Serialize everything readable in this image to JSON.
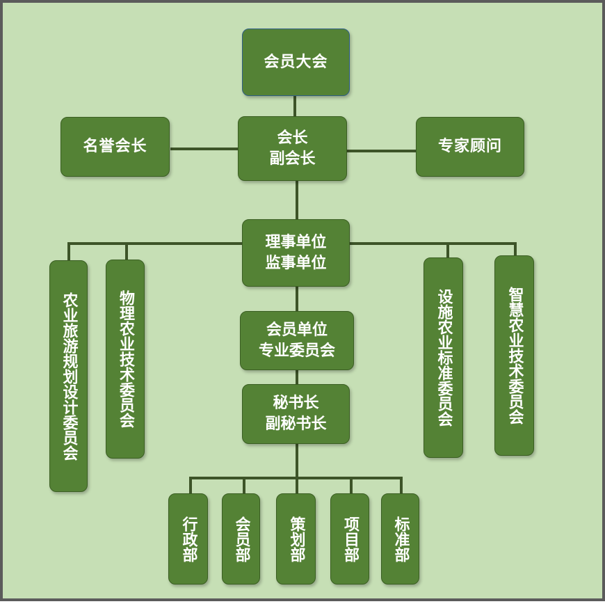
{
  "colors": {
    "background": "#c6dfb5",
    "box_fill": "#548235",
    "box_text": "#ffffff",
    "connector": "#3d5428",
    "frame": "#5b5b5b"
  },
  "general_assembly": "会员大会",
  "honorary_president": "名誉会长",
  "president": {
    "line1": "会长",
    "line2": "副会长"
  },
  "expert_advisor": "专家顾问",
  "council": {
    "line1": "理事单位",
    "line2": "监事单位"
  },
  "member_units": {
    "line1": "会员单位",
    "line2": "专业委员会"
  },
  "secretary": {
    "line1": "秘书长",
    "line2": "副秘书长"
  },
  "committees": {
    "agri_tourism": "农业旅游规划设计委员会",
    "physical_agri": "物理农业技术委员会",
    "facility_agri": "设施农业标准委员会",
    "smart_agri": "智慧农业技术委员会"
  },
  "departments": {
    "admin": "行政部",
    "membership": "会员部",
    "planning": "策划部",
    "project": "项目部",
    "standards": "标准部"
  }
}
